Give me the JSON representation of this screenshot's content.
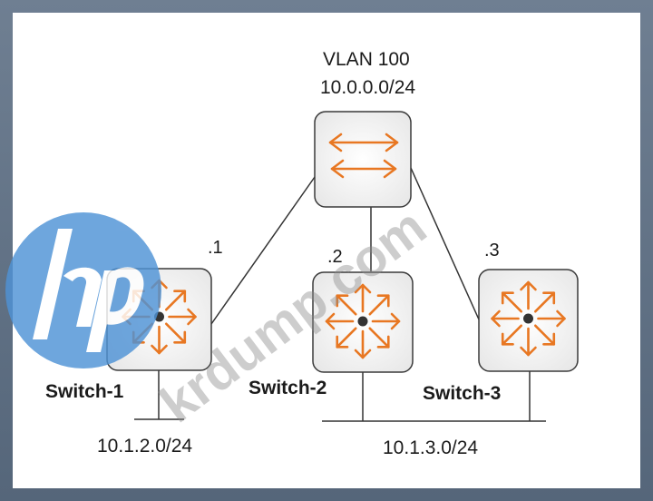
{
  "vlan": {
    "name": "VLAN 100",
    "subnet": "10.0.0.0/24"
  },
  "switches": [
    {
      "name": "Switch-1",
      "host": ".1",
      "lan": "10.1.2.0/24"
    },
    {
      "name": "Switch-2",
      "host": ".2",
      "lan": "10.1.3.0/24"
    },
    {
      "name": "Switch-3",
      "host": ".3",
      "lan": "10.1.3.0/24"
    }
  ],
  "watermark": {
    "text": "krdump.com",
    "logo": "hp"
  },
  "colors": {
    "arrow": "#e87722",
    "border": "#3a3a3a",
    "logo": "#4f93d6",
    "box": "#f2f2f2"
  }
}
